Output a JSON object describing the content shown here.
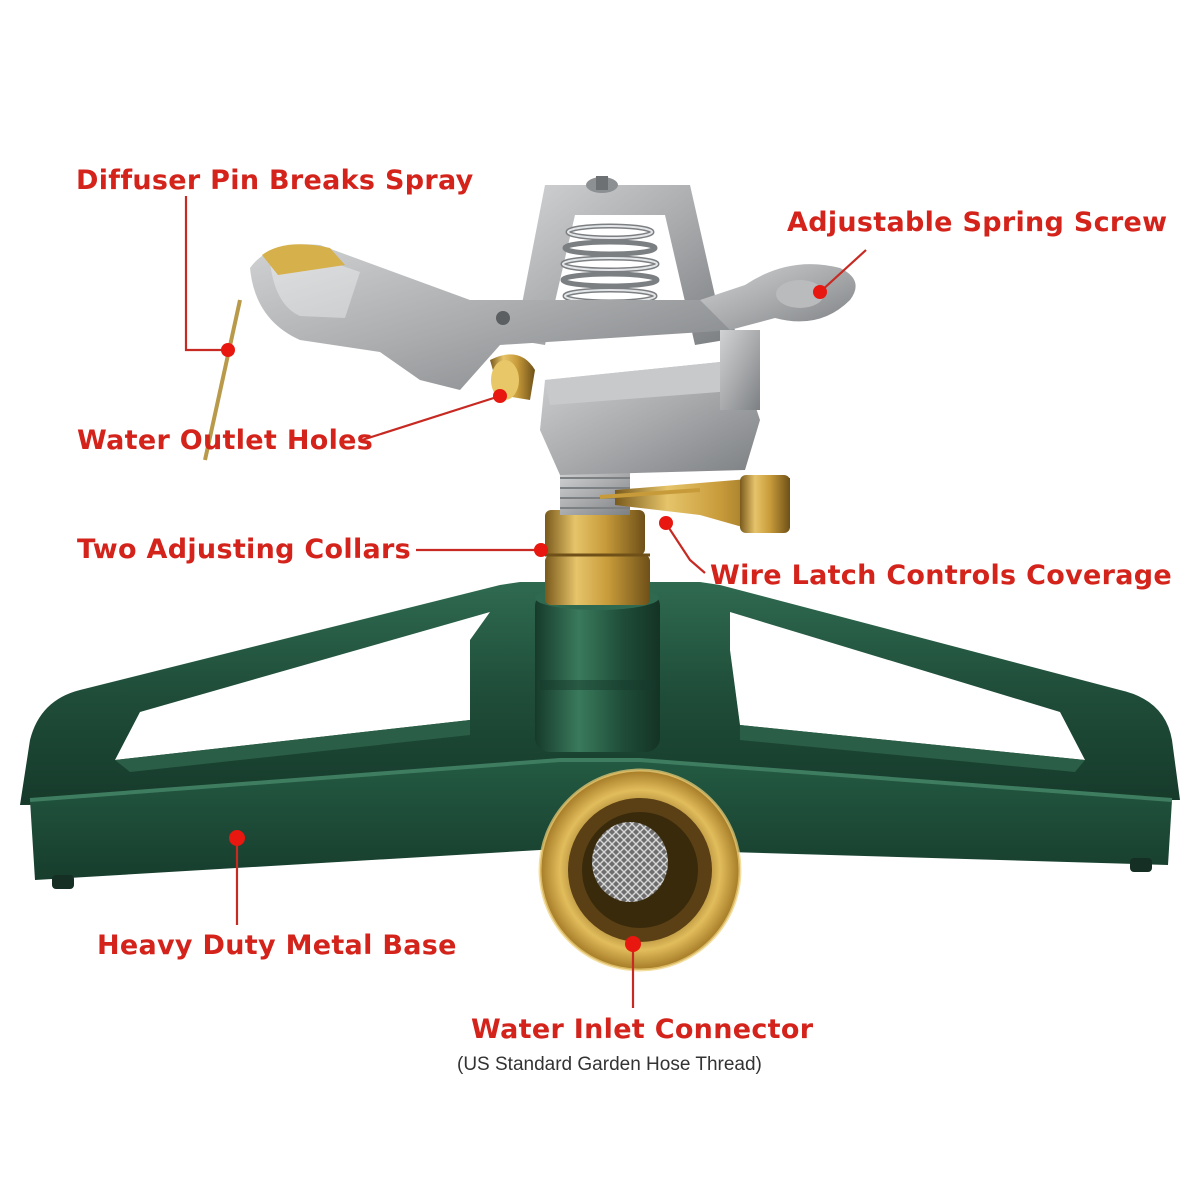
{
  "callouts": {
    "diffuser_pin": "Diffuser Pin Breaks Spray",
    "spring_screw": "Adjustable Spring Screw",
    "outlet_holes": "Water Outlet Holes",
    "collars": "Two Adjusting Collars",
    "wire_latch": "Wire Latch Controls Coverage",
    "metal_base": "Heavy Duty Metal Base",
    "inlet": "Water Inlet Connector",
    "inlet_note": "(US Standard Garden Hose Thread)"
  },
  "colors": {
    "label": "#d3231b",
    "marker": "#e8170f",
    "leader": "#c62a22",
    "base_green": "#1f4d39",
    "brass": "#c89b3a",
    "zinc_grey": "#a9abad"
  }
}
